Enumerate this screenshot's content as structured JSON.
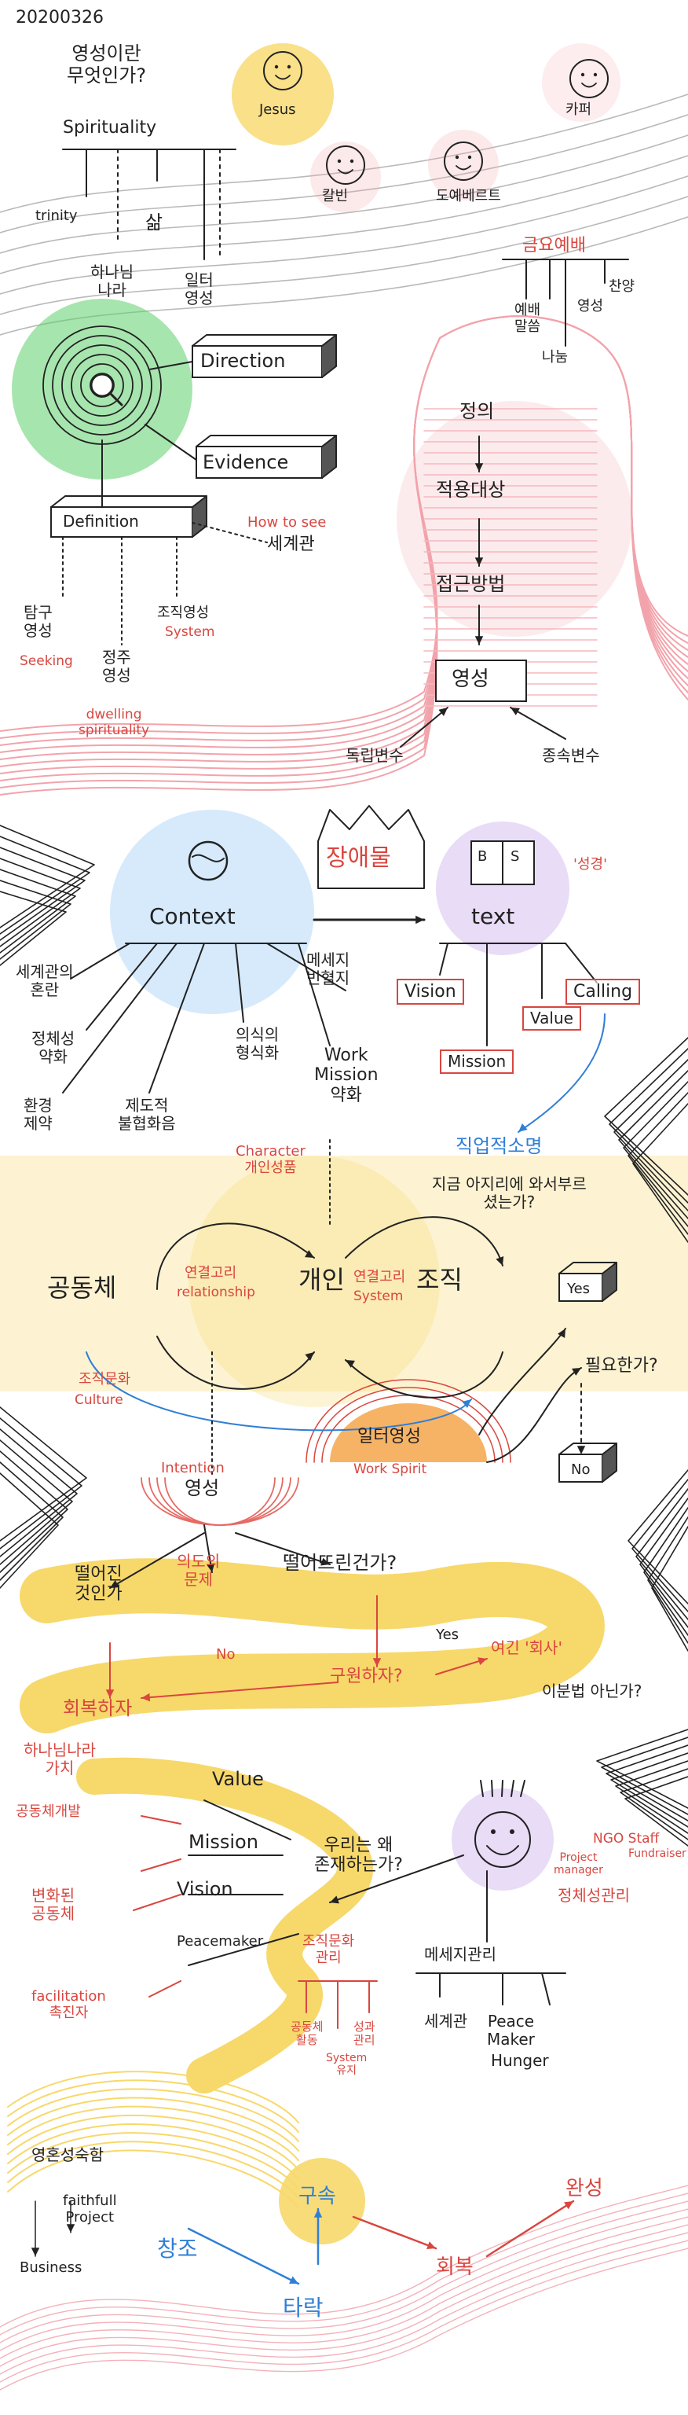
{
  "date": "20200326",
  "title": "영성이란\n무엇인가?",
  "spirituality_label": "Spirituality",
  "spirituality_branches": [
    "trinity",
    "삶",
    "하나님\n나라",
    "일터\n영성"
  ],
  "figures": [
    "Jesus",
    "칼빈",
    "도예베르트",
    "카퍼"
  ],
  "direction_label": "Direction",
  "evidence_label": "Evidence",
  "definition_label": "Definition",
  "how_to_see": "How to see",
  "worldview": "세계관",
  "seeking_branch": "탐구\n영성",
  "seeking_en": "Seeking",
  "dwelling_branch": "정주\n영성",
  "dwelling_en": "dwelling\nspirituality",
  "system_branch": "조직영성",
  "system_en": "System",
  "worship_title": "금요예배",
  "worship_branches": [
    "예배\n말씀",
    "영성",
    "찬양"
  ],
  "worship_center": "나눔",
  "flow_steps": [
    "정의",
    "적용대상",
    "접근방법",
    "영성"
  ],
  "control_var": "독립변수",
  "dependent_var": "종속변수",
  "context_label": "Context",
  "obstacle_label": "장애물",
  "text_label": "text",
  "bible_quote": "'성경'",
  "bs_letters": [
    "B",
    "S"
  ],
  "context_branches": [
    "세계관의\n혼란",
    "정체성\n약화",
    "환경\n제약",
    "제도적\n불협화음",
    "의식의\n형식화",
    "메세지\n빈혈지",
    "Work\nMission\n약화"
  ],
  "text_boxes": [
    "Vision",
    "Mission",
    "Value",
    "Calling"
  ],
  "vocation_label": "직업적소명",
  "vocation_question": "지금 아지리에 와서부르\n셨는가?",
  "character_label": "Character\n개인성품",
  "community_label": "공동체",
  "individual_label": "개인",
  "organization_label": "조직",
  "relationship_ko": "연결고리",
  "relationship_en": "relationship",
  "system_link_ko": "연결고리",
  "system_link_en": "System",
  "culture_ko": "조직문화",
  "culture_en": "Culture",
  "yes_label": "Yes",
  "no_label": "No",
  "need_question": "필요한가?",
  "workplace_spirit": "일터영성",
  "work_spirit_en": "Work Spirit",
  "intention_label": "Intention",
  "spirit_label": "영성",
  "fallen_question": "떨어진\n것인가",
  "intent_problem": "의도의\n문제",
  "dropped_question": "떨어뜨린건가?",
  "restore_label": "회복하자",
  "save_question": "구원하자?",
  "yes2": "Yes",
  "no2": "No",
  "company_quote": "여긴 '회사'",
  "not_place": "이분법 아닌가?",
  "kingdom_value": "하나님나라\n가치",
  "value_label": "Value",
  "community_dev": "공동체개발",
  "mission_label": "Mission",
  "vision_label": "Vision",
  "transformed_community": "변화된\n공동체",
  "peacemaker_label": "Peacemaker",
  "facilitation": "facilitation\n촉진자",
  "why_exist": "우리는 왜\n존재하는가?",
  "ngo_staff": "NGO Staff",
  "project_manager": "Project\nmanager",
  "fundraiser": "Fundraiser",
  "organization_manage": "정체성관리",
  "message_manage": "메세지관리",
  "worldview2": "세계관",
  "peace_maker": "Peace\nMaker",
  "hunger": "Hunger",
  "culture_manage": "조직문화\n관리",
  "community_strength": "공동체\n활동",
  "growth_sustain": "성과\n관리",
  "system_sustain": "System\n유지",
  "business_mission": "영혼성숙함",
  "faithfull_project": "faithfull\nProject",
  "business_label": "Business",
  "creation": "창조",
  "fall": "타락",
  "redemption": "구속",
  "restoration": "회복",
  "completion": "완성",
  "colors": {
    "red": "#d9463f",
    "blue": "#2f7fd6",
    "yellow": "#f7d86b",
    "green": "#5fd06b",
    "pink": "#f3a6ad",
    "sky": "#cfe6fb",
    "lavender": "#e6d8f6",
    "ink": "#222222"
  }
}
